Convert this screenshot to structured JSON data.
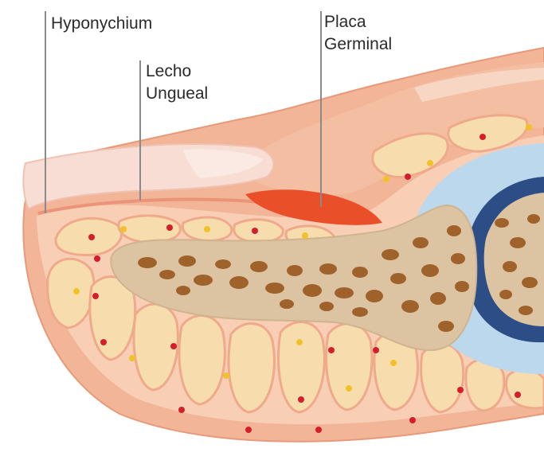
{
  "labels": {
    "hyponychium": "Hyponychium",
    "lecho_line1": "Lecho",
    "lecho_line2": "Ungueal",
    "placa_line1": "Placa",
    "placa_line2": "Germinal"
  },
  "colors": {
    "skin_outer": "#efa98b",
    "skin_light": "#f7c7ac",
    "nail_plate": "#f6d8cf",
    "fat_lobule": "#f7dcae",
    "fat_outline": "#efa98b",
    "bone_cortex": "#dcc3a1",
    "bone_trabecula": "#a0622b",
    "cartilage_blue": "#bcd8ec",
    "joint_dark_blue": "#2c4d86",
    "germinal_matrix": "#e9502a",
    "dot_red": "#d21f2b",
    "dot_yellow": "#f0c22a"
  }
}
